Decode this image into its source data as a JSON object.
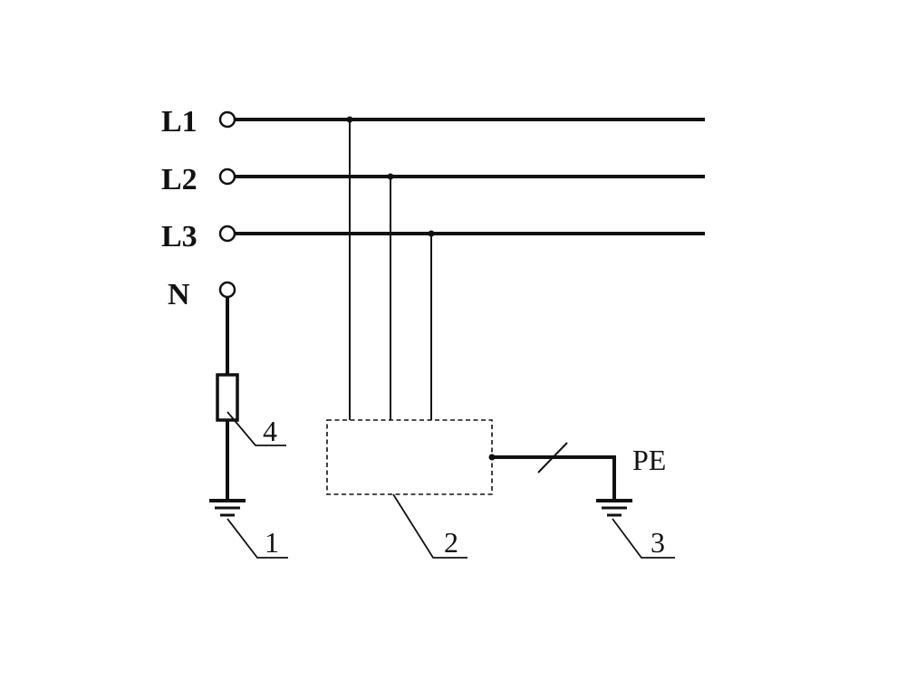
{
  "diagram": {
    "buses": {
      "l1": "L1",
      "l2": "L2",
      "l3": "L3",
      "n": "N"
    },
    "pe": "PE",
    "callouts": {
      "c1": "1",
      "c2": "2",
      "c3": "3",
      "c4": "4"
    }
  }
}
